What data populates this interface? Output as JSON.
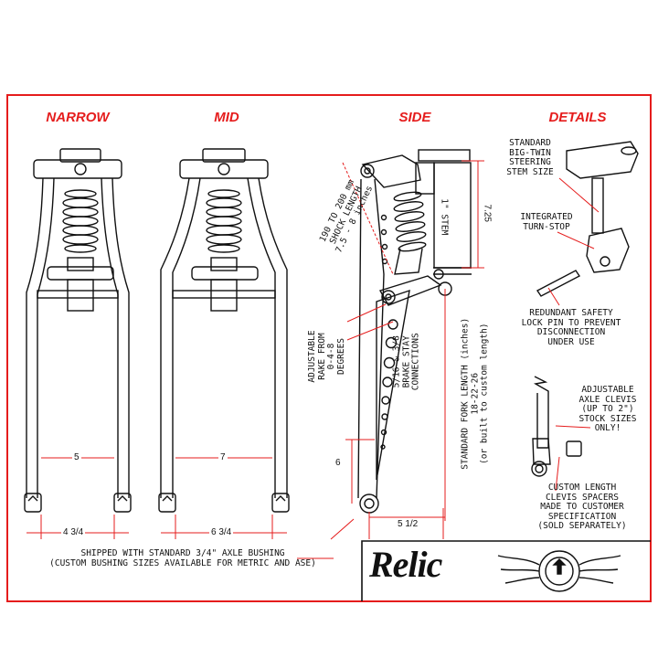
{
  "colors": {
    "frame": "#e51c1c",
    "line": "#111111",
    "header": "#e51c1c"
  },
  "headers": {
    "narrow": "NARROW",
    "mid": "MID",
    "side": "SIDE",
    "details": "DETAILS"
  },
  "narrow": {
    "inner_width": "5",
    "axle_width": "4 3/4"
  },
  "mid": {
    "inner_width": "7",
    "axle_width": "6 3/4"
  },
  "side": {
    "shock_length": "190 TO 200 mm\nSHOCK LENGTH\n7.5 - 8 inches",
    "stem_label": "1\" STEM",
    "stem_dim": "7.25",
    "rake": "ADJUSTABLE\nRAKE FROM\n0-4-8\nDEGREES",
    "brake_stay": "5/16 & 3/8\nBRAKE STAY\nCONNECTIONS",
    "fork_length": "STANDARD FORK LENGTH (inches)\n18-22-26\n(or built to custom length)",
    "lower_dim": "6",
    "trail_dim": "5 1/2"
  },
  "details": {
    "steering_stem": "STANDARD\nBIG-TWIN\nSTEERING\nSTEM SIZE",
    "turn_stop": "INTEGRATED\nTURN-STOP",
    "lock_pin": "REDUNDANT SAFETY\nLOCK PIN TO PREVENT\nDISCONNECTION\nUNDER USE",
    "axle_clevis": "ADJUSTABLE\nAXLE CLEVIS\n(UP TO 2\")\nSTOCK SIZES\nONLY!",
    "spacers": "CUSTOM LENGTH\nCLEVIS SPACERS\nMADE TO CUSTOMER\nSPECIFICATION\n(SOLD SEPARATELY)"
  },
  "footer_note": "SHIPPED WITH STANDARD 3/4\" AXLE BUSHING\n(CUSTOM BUSHING SIZES AVAILABLE FOR METRIC AND ASE)",
  "brand": {
    "name": "Relic",
    "icon": "winged-emblem-icon"
  }
}
